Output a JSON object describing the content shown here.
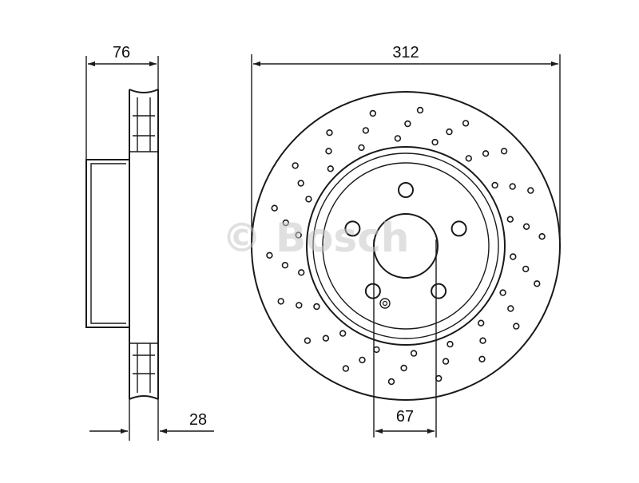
{
  "drawing": {
    "line_color": "#1a1a1a",
    "background": "#ffffff",
    "watermark_color": "#c8c8c8"
  },
  "dimensions": {
    "overall_height": "76",
    "disc_diameter": "312",
    "disc_thickness": "28",
    "center_bore": "67"
  },
  "watermark": {
    "text": "© Bosch"
  }
}
